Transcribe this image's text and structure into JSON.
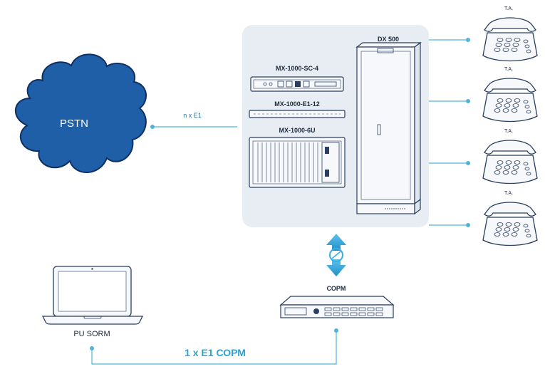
{
  "pstn": {
    "label": "PSTN"
  },
  "link_pstn": {
    "label": "n x E1"
  },
  "equipment_panel": {
    "units": [
      {
        "label": "MX-1000-SC-4"
      },
      {
        "label": "MX-1000-E1-12"
      },
      {
        "label": "MX-1000-6U"
      }
    ],
    "cabinet": {
      "label": "DX 500"
    }
  },
  "phones": [
    {
      "label": "T.A."
    },
    {
      "label": "T.A."
    },
    {
      "label": "T.A."
    },
    {
      "label": "T.A."
    }
  ],
  "sorm_device": {
    "label": "СОРМ"
  },
  "laptop": {
    "label": "PU SORM"
  },
  "link_sorm": {
    "label": "1 x E1 СОРМ"
  },
  "colors": {
    "cloud": "#1f5fa8",
    "panel": "#e8edf4",
    "line": "#4fb4d8",
    "accent_text": "#29a3d6",
    "device_stroke": "#2a3f5f",
    "arrow": "#3aaee0"
  }
}
